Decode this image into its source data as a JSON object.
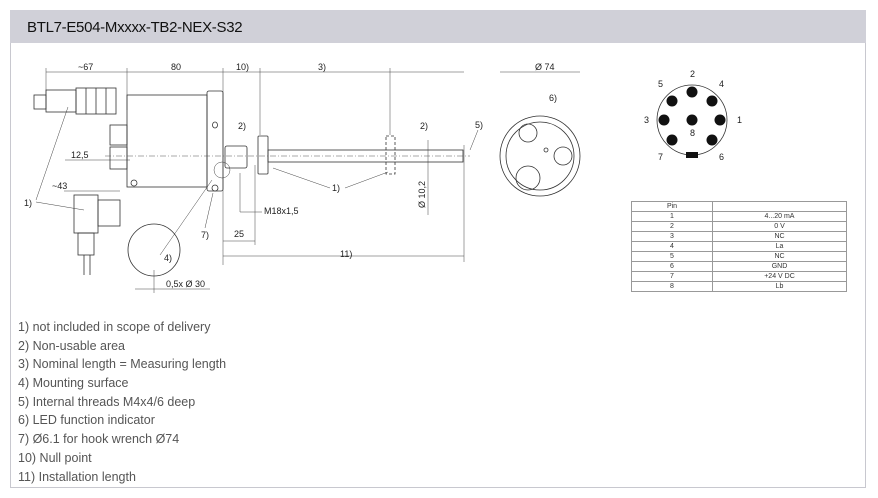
{
  "title": "BTL7-E504-Mxxxx-TB2-NEX-S32",
  "drawing": {
    "dim_67": "~67",
    "dim_80": "80",
    "dim_10": "10)",
    "dim_3": "3)",
    "note_2a": "2)",
    "note_2b": "2)",
    "note_5": "5)",
    "dim_12_5": "12,5",
    "dim_43": "~43",
    "note_1a": "1)",
    "note_1b": "1)",
    "thread": "M18x1,5",
    "dia_10_2": "Ø 10,2",
    "note_7": "7)",
    "dim_25": "25",
    "dim_11": "11)",
    "note_4": "4)",
    "chamfer": "0,5x Ø 30",
    "dia_74": "Ø 74",
    "note_6": "6)"
  },
  "pin_diagram": [
    "1",
    "2",
    "3",
    "4",
    "5",
    "6",
    "7",
    "8"
  ],
  "pin_table": {
    "header": [
      "Pin",
      ""
    ],
    "rows": [
      [
        "1",
        "4...20 mA"
      ],
      [
        "2",
        "0 V"
      ],
      [
        "3",
        "NC"
      ],
      [
        "4",
        "La"
      ],
      [
        "5",
        "NC"
      ],
      [
        "6",
        "GND"
      ],
      [
        "7",
        "+24 V DC"
      ],
      [
        "8",
        "Lb"
      ]
    ]
  },
  "notes": [
    "1) not included in scope of delivery",
    "2) Non-usable area",
    "3) Nominal length = Measuring length",
    "4) Mounting surface",
    "5) Internal threads M4x4/6 deep",
    "6) LED function indicator",
    "7) Ø6.1 for hook wrench Ø74",
    "10) Null point",
    "11) Installation length"
  ]
}
